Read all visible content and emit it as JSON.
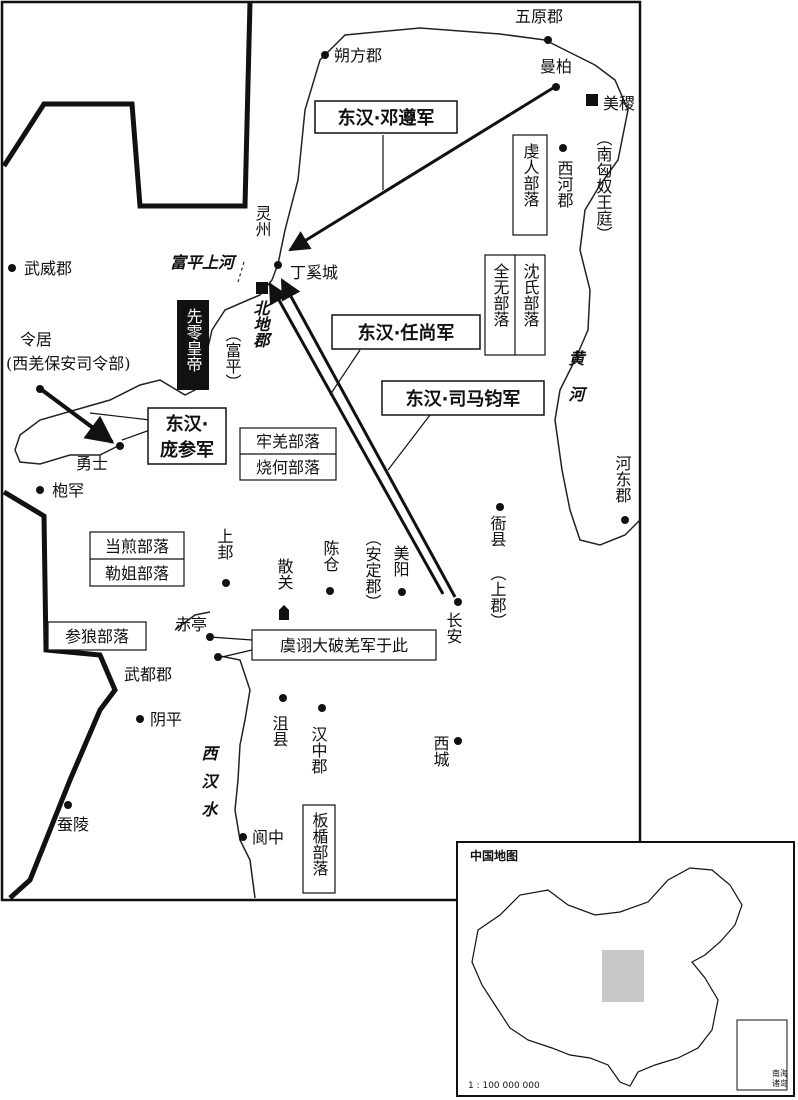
{
  "places": [
    {
      "id": "wuyuan",
      "name": "五原郡"
    },
    {
      "id": "shuofang",
      "name": "朔方郡"
    },
    {
      "id": "manbo",
      "name": "曼柏"
    },
    {
      "id": "meiji",
      "name": "美稷"
    },
    {
      "id": "nanxiongnu",
      "name": "（南匈奴王庭）"
    },
    {
      "id": "xihe",
      "name": "西河郡"
    },
    {
      "id": "lingzhou",
      "name": "灵州"
    },
    {
      "id": "fuping_shanghe",
      "name": "富平上河"
    },
    {
      "id": "dingxi",
      "name": "丁奚城"
    },
    {
      "id": "wuwei",
      "name": "武威郡"
    },
    {
      "id": "beidi",
      "name": "北地郡"
    },
    {
      "id": "fuping",
      "name": "（富平）"
    },
    {
      "id": "lingju",
      "name": "令居"
    },
    {
      "id": "lingju_note",
      "name": "(西羌保安司令部)"
    },
    {
      "id": "yongshi",
      "name": "勇士"
    },
    {
      "id": "baohan",
      "name": "枹罕"
    },
    {
      "id": "huanghe",
      "name": "黄河"
    },
    {
      "id": "hedong",
      "name": "河东郡"
    },
    {
      "id": "yaxian",
      "name": "衙县"
    },
    {
      "id": "shangjun",
      "name": "（上郡）"
    },
    {
      "id": "shanggui",
      "name": "上邽"
    },
    {
      "id": "sanguan",
      "name": "散关"
    },
    {
      "id": "chencang",
      "name": "陈仓"
    },
    {
      "id": "meiyang",
      "name": "美阳"
    },
    {
      "id": "anding",
      "name": "（安定郡）"
    },
    {
      "id": "changan",
      "name": "长安"
    },
    {
      "id": "chiting",
      "name": "赤亭"
    },
    {
      "id": "wudu",
      "name": "武都郡"
    },
    {
      "id": "yinping",
      "name": "阴平"
    },
    {
      "id": "juxian",
      "name": "沮县"
    },
    {
      "id": "hanzhong",
      "name": "汉中郡"
    },
    {
      "id": "xicheng",
      "name": "西城"
    },
    {
      "id": "xihanshui",
      "name": "西汉水"
    },
    {
      "id": "langzhong",
      "name": "阆中"
    },
    {
      "id": "canling",
      "name": "蚕陵"
    }
  ],
  "boxes": [
    {
      "id": "denghui",
      "text": "东汉·邓遵军"
    },
    {
      "id": "renshang",
      "text": "东汉·任尚军"
    },
    {
      "id": "sima",
      "text": "东汉·司马钧军"
    },
    {
      "id": "pangcan_1",
      "text": "东汉·"
    },
    {
      "id": "pangcan_2",
      "text": "庞参军"
    },
    {
      "id": "xianling",
      "text": "先零皇帝"
    },
    {
      "id": "qianren",
      "text": "虔人部落"
    },
    {
      "id": "quanwu",
      "text": "全无部落"
    },
    {
      "id": "shenshi",
      "text": "沈氏部落"
    },
    {
      "id": "laoqiang",
      "text": "牢羌部落"
    },
    {
      "id": "shaohe",
      "text": "烧何部落"
    },
    {
      "id": "dangjian",
      "text": "当煎部落"
    },
    {
      "id": "lejie",
      "text": "勒姐部落"
    },
    {
      "id": "canlang",
      "text": "参狼部落"
    },
    {
      "id": "yuxu",
      "text": "虞诩大破羌军于此"
    },
    {
      "id": "banshun",
      "text": "板楯部落"
    }
  ],
  "inset": {
    "title": "中国地图",
    "scale": "1 : 100 000 000",
    "south_sea_1": "南海",
    "south_sea_2": "诸岛"
  }
}
